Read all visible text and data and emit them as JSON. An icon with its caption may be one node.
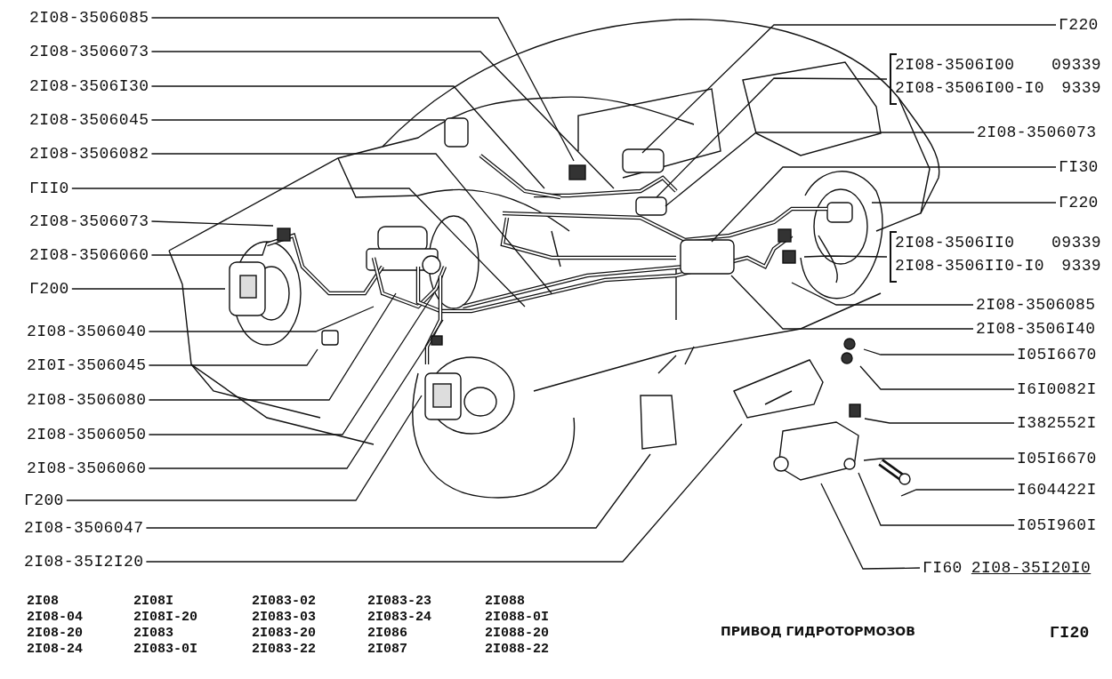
{
  "diagram": {
    "title": "ПРИВОД ГИДРОТОРМОЗОВ",
    "nodes": [
      {
        "text": [
          "2I08-3506085"
        ]
      },
      {
        "text": [
          "2I08-3506073"
        ]
      },
      {
        "text": [
          "2I08-3506I30"
        ]
      },
      {
        "text": [
          "2I08-3506045"
        ]
      },
      {
        "text": [
          "2I08-3506082"
        ]
      },
      {
        "text": [
          "ГII0"
        ]
      },
      {
        "text": [
          "2I08-3506073"
        ]
      },
      {
        "text": [
          "2I08-3506060"
        ]
      },
      {
        "text": [
          "Г200"
        ]
      },
      {
        "text": [
          "2I08-3506040"
        ]
      },
      {
        "text": [
          "2I0I-3506045"
        ]
      },
      {
        "text": [
          "2I08-3506080"
        ]
      },
      {
        "text": [
          "2I08-3506050"
        ]
      },
      {
        "text": [
          "2I08-3506060"
        ]
      },
      {
        "text": [
          "Г200"
        ]
      },
      {
        "text": [
          "2I08-3506047"
        ]
      },
      {
        "text": [
          "2I08-35I2I20"
        ]
      },
      {
        "text": [
          "Г220"
        ]
      },
      {
        "text": [
          "2I08-3506I00",
          "09339",
          "2I08-3506I00-I0",
          "9339"
        ]
      },
      {
        "text": [
          "2I08-3506073"
        ]
      },
      {
        "text": [
          "ГI30"
        ]
      },
      {
        "text": [
          "Г220"
        ]
      },
      {
        "text": [
          "2I08-3506II0",
          "09339",
          "2I08-3506II0-I0",
          "9339"
        ]
      },
      {
        "text": [
          "2I08-3506085"
        ]
      },
      {
        "text": [
          "2I08-3506I40"
        ]
      },
      {
        "text": [
          "I05I6670"
        ]
      },
      {
        "text": [
          "I6I0082I"
        ]
      },
      {
        "text": [
          "I382552I"
        ]
      },
      {
        "text": [
          "I05I6670"
        ]
      },
      {
        "text": [
          "I604422I"
        ]
      },
      {
        "text": [
          "I05I960I"
        ]
      },
      {
        "text": [
          "ГI60",
          "2I08-35I20I0"
        ]
      }
    ],
    "edges": [
      {
        "from": 0,
        "to": null,
        "arrow": "none"
      },
      {
        "from": 1,
        "to": null,
        "arrow": "none"
      },
      {
        "from": 2,
        "to": null,
        "arrow": "none"
      },
      {
        "from": 3,
        "to": null,
        "arrow": "none"
      },
      {
        "from": 4,
        "to": null,
        "arrow": "none"
      },
      {
        "from": 5,
        "to": null,
        "arrow": "none"
      },
      {
        "from": 6,
        "to": null,
        "arrow": "none"
      },
      {
        "from": 7,
        "to": null,
        "arrow": "none"
      },
      {
        "from": 8,
        "to": null,
        "arrow": "none"
      },
      {
        "from": 9,
        "to": null,
        "arrow": "none"
      },
      {
        "from": 10,
        "to": null,
        "arrow": "none"
      },
      {
        "from": 11,
        "to": null,
        "arrow": "none"
      },
      {
        "from": 12,
        "to": null,
        "arrow": "none"
      },
      {
        "from": 13,
        "to": null,
        "arrow": "none"
      },
      {
        "from": 14,
        "to": null,
        "arrow": "none"
      },
      {
        "from": 15,
        "to": null,
        "arrow": "none"
      },
      {
        "from": 16,
        "to": null,
        "arrow": "none"
      },
      {
        "from": 17,
        "to": null,
        "arrow": "none"
      },
      {
        "from": 18,
        "to": null,
        "arrow": "none"
      },
      {
        "from": 19,
        "to": null,
        "arrow": "none"
      },
      {
        "from": 20,
        "to": null,
        "arrow": "none"
      },
      {
        "from": 21,
        "to": null,
        "arrow": "none"
      },
      {
        "from": 22,
        "to": null,
        "arrow": "none"
      },
      {
        "from": 23,
        "to": null,
        "arrow": "none"
      },
      {
        "from": 24,
        "to": null,
        "arrow": "none"
      },
      {
        "from": 25,
        "to": null,
        "arrow": "none"
      },
      {
        "from": 26,
        "to": null,
        "arrow": "none"
      },
      {
        "from": 27,
        "to": null,
        "arrow": "none"
      },
      {
        "from": 28,
        "to": null,
        "arrow": "none"
      },
      {
        "from": 29,
        "to": null,
        "arrow": "none"
      },
      {
        "from": 30,
        "to": null,
        "arrow": "none"
      },
      {
        "from": 31,
        "to": null,
        "arrow": "none"
      }
    ],
    "labels": [
      "2I08",
      "2I08I",
      "2I083-02",
      "2I083-23",
      "2I088",
      "2I08-04",
      "2I08I-20",
      "2I083-03",
      "2I083-24",
      "2I088-0I",
      "2I08-20",
      "2I083",
      "2I083-20",
      "2I086",
      "2I088-20",
      "2I08-24",
      "2I083-0I",
      "2I083-22",
      "2I087",
      "2I088-22",
      "ГI20"
    ]
  }
}
